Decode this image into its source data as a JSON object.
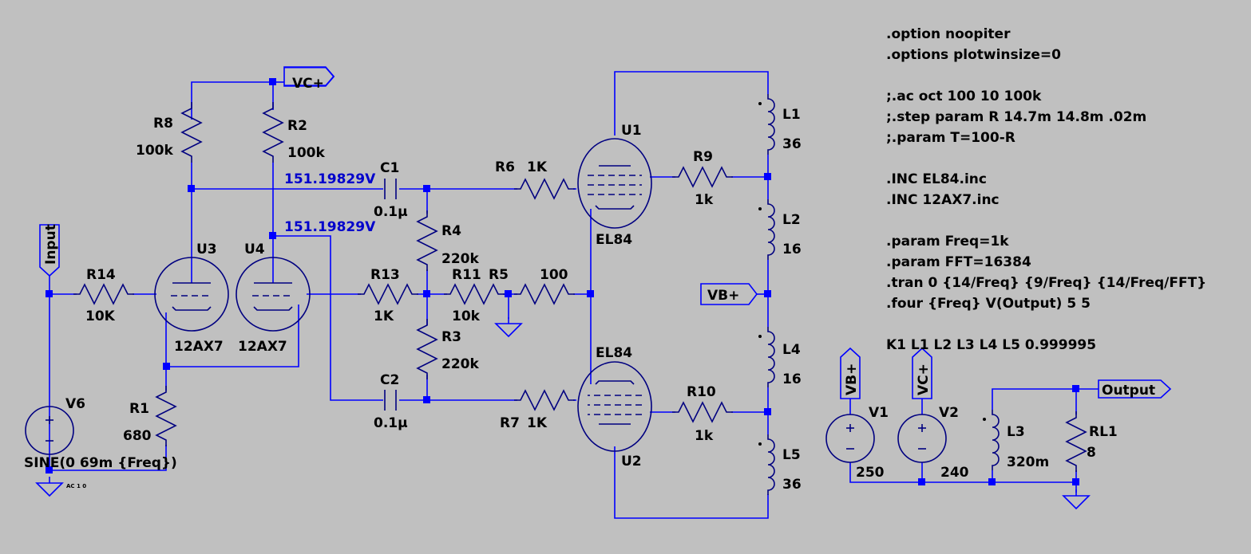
{
  "components": {
    "R8": {
      "name": "R8",
      "value": "100k"
    },
    "R2": {
      "name": "R2",
      "value": "100k"
    },
    "R14": {
      "name": "R14",
      "value": "10K"
    },
    "R1": {
      "name": "R1",
      "value": "680"
    },
    "R4": {
      "name": "R4",
      "value": "220k"
    },
    "R3": {
      "name": "R3",
      "value": "220k"
    },
    "R13": {
      "name": "R13",
      "value": "1K"
    },
    "R11": {
      "name": "R11",
      "value": "10k"
    },
    "R5": {
      "name": "R5",
      "value": "100"
    },
    "R6": {
      "name": "R6",
      "value": "1K"
    },
    "R7": {
      "name": "R7",
      "value": "1K"
    },
    "R9": {
      "name": "R9",
      "value": "1k"
    },
    "R10": {
      "name": "R10",
      "value": "1k"
    },
    "RL1": {
      "name": "RL1",
      "value": "8"
    },
    "C1": {
      "name": "C1",
      "value": "0.1µ"
    },
    "C2": {
      "name": "C2",
      "value": "0.1µ"
    },
    "L1": {
      "name": "L1",
      "value": "36"
    },
    "L2": {
      "name": "L2",
      "value": "16"
    },
    "L3": {
      "name": "L3",
      "value": "320m"
    },
    "L4": {
      "name": "L4",
      "value": "16"
    },
    "L5": {
      "name": "L5",
      "value": "36"
    },
    "U1": {
      "name": "U1",
      "model": "EL84"
    },
    "U2": {
      "name": "U2",
      "model": "EL84"
    },
    "U3": {
      "name": "U3",
      "model": "12AX7"
    },
    "U4": {
      "name": "U4",
      "model": "12AX7"
    },
    "V6": {
      "name": "V6",
      "value": "SINE(0 69m {Freq})",
      "ac": "AC 1 0"
    },
    "V1": {
      "name": "V1",
      "value": "250"
    },
    "V2": {
      "name": "V2",
      "value": "240"
    }
  },
  "nets": {
    "vc": "VC+",
    "vb": "VB+",
    "input": "Input",
    "output": "Output"
  },
  "voltages": {
    "u3_plate": "151.19829V",
    "u4_plate": "151.19829V"
  },
  "directives": [
    ".option noopiter",
    ".options plotwinsize=0",
    "",
    ";.ac oct 100 10 100k",
    ";.step param R 14.7m 14.8m .02m",
    ";.param T=100-R",
    "",
    ".INC EL84.inc",
    ".INC 12AX7.inc",
    "",
    ".param Freq=1k",
    ".param FFT=16384",
    ".tran 0 {14/Freq} {9/Freq} {14/Freq/FFT}",
    ".four {Freq} V(Output) 5 5",
    "",
    "K1 L1 L2 L3 L4 L5 0.999995"
  ]
}
